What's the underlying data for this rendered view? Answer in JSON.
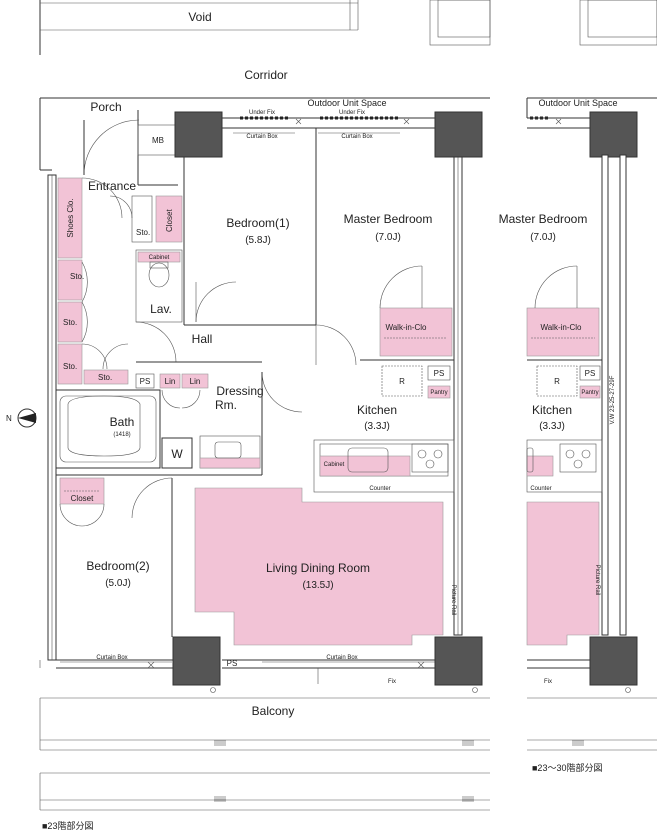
{
  "labels": {
    "void": "Void",
    "corridor": "Corridor",
    "porch": "Porch",
    "outdoor_unit_space_left": "Outdoor Unit Space",
    "outdoor_unit_space_right": "Outdoor Unit Space",
    "mb": "MB",
    "entrance": "Entrance",
    "shoes_clo": "Shoes Clo.",
    "sto": "Sto.",
    "closet": "Closet",
    "cabinet": "Cabinet",
    "lav": "Lav.",
    "hall": "Hall",
    "ps": "PS",
    "lin": "Lin",
    "dressing_rm": "Dressing\nRm.",
    "bath": "Bath",
    "bath_size": "(1418)",
    "washer": "W",
    "walk_in_clo": "Walk-in-Clo",
    "refrigerator": "R",
    "pantry": "Pantry",
    "counter": "Counter",
    "picture_rail": "Picture Rail",
    "under_fix": "Under Fix",
    "curtain_box": "Curtain Box",
    "fix": "Fix",
    "balcony": "Balcony",
    "vertical_note": "V.W 23-25-27-29F"
  },
  "rooms": {
    "bedroom1": {
      "name": "Bedroom(1)",
      "size": "(5.8J)"
    },
    "master_bedroom": {
      "name": "Master Bedroom",
      "size": "(7.0J)"
    },
    "master_bedroom_right": {
      "name": "Master Bedroom",
      "size": "(7.0J)"
    },
    "kitchen": {
      "name": "Kitchen",
      "size": "(3.3J)"
    },
    "kitchen_right": {
      "name": "Kitchen",
      "size": "(3.3J)"
    },
    "bedroom2": {
      "name": "Bedroom(2)",
      "size": "(5.0J)"
    },
    "living": {
      "name": "Living Dining Room",
      "size": "(13.5J)"
    }
  },
  "compass": {
    "label": "N"
  },
  "captions": {
    "left": "■23階部分図",
    "right": "■23〜30階部分図"
  },
  "colors": {
    "highlight": "#f2c3d6",
    "column": "#555555"
  }
}
